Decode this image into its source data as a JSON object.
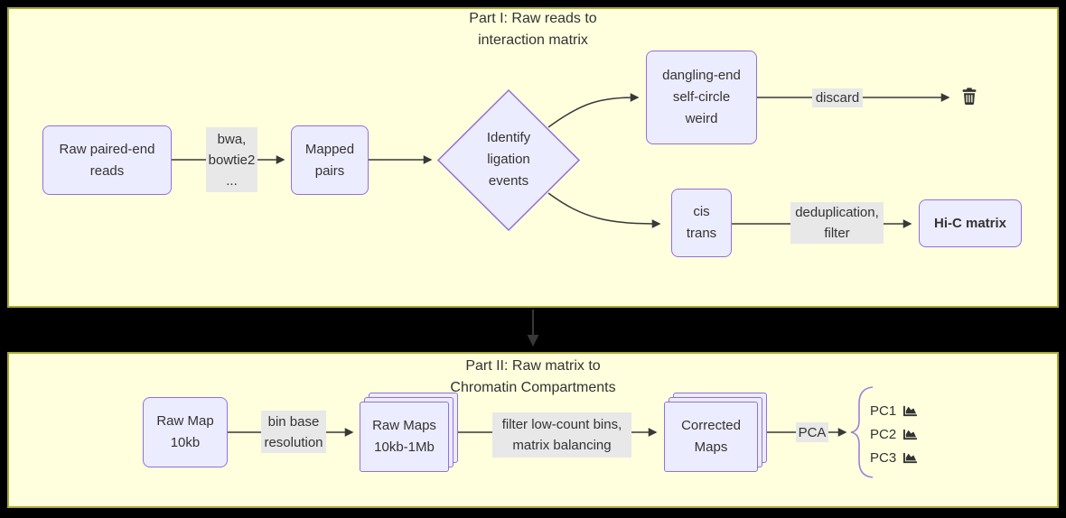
{
  "part1": {
    "title": "Part I: Raw reads to\ninteraction matrix",
    "nodes": {
      "raw_reads": "Raw paired-end\nreads",
      "mapped_pairs": "Mapped\npairs",
      "identify": "Identify\nligation\nevents",
      "dangling": "dangling-end\nself-circle\nweird",
      "cis_trans": "cis\ntrans",
      "hic_matrix": "Hi-C matrix"
    },
    "edge_labels": {
      "aligners": "bwa,\nbowtie2\n...",
      "discard": "discard",
      "dedup": "deduplication,\nfilter"
    }
  },
  "part2": {
    "title": "Part II: Raw matrix to\nChromatin Compartments",
    "nodes": {
      "raw_map": "Raw Map\n10kb",
      "raw_maps": "Raw Maps\n10kb-1Mb",
      "corrected": "Corrected\nMaps"
    },
    "edge_labels": {
      "bin": "bin base\nresolution",
      "filter": "filter low-count bins,\nmatrix balancing",
      "pca": "PCA"
    },
    "outputs": [
      "PC1",
      "PC2",
      "PC3"
    ]
  },
  "icons": {
    "discard_target": "trash-icon",
    "pc_output": "area-chart-icon"
  },
  "colors": {
    "panel_bg": "#ffffde",
    "panel_border": "#aaaa33",
    "node_bg": "#ECECFF",
    "node_border": "#9370DB",
    "edge_label_bg": "#e8e8e8",
    "edge_stroke": "#383838",
    "text": "#333333",
    "page_bg": "#000000"
  }
}
